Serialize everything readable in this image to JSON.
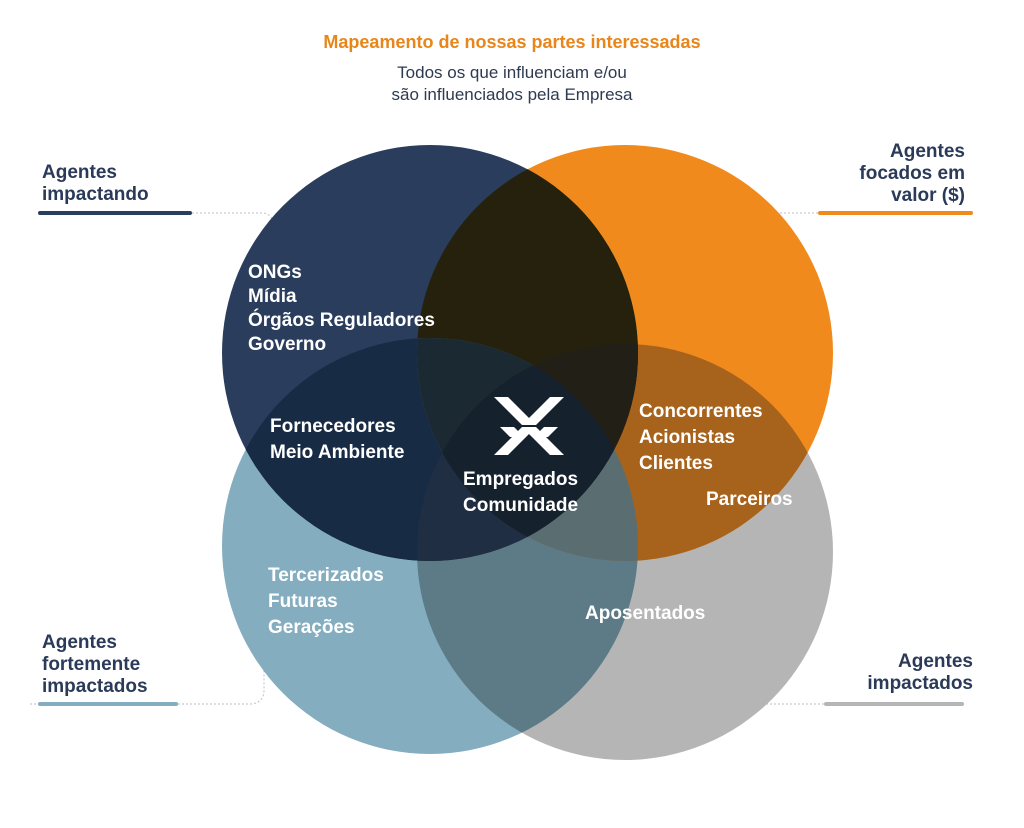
{
  "header": {
    "title": "Mapeamento de nossas partes interessadas",
    "subtitle_line1": "Todos os que influenciam e/ou",
    "subtitle_line2": "são influenciados pela Empresa"
  },
  "colors": {
    "navy": "#2a3d5c",
    "orange": "#f18a1c",
    "steel_blue": "#84adbf",
    "gray": "#b5b5b5",
    "title_orange": "#e8861a",
    "agent_text": "#2a3a58"
  },
  "corners": {
    "top_left": {
      "line1": "Agentes",
      "line2": "impactando"
    },
    "top_right": {
      "line1": "Agentes",
      "line2": "focados em",
      "line3": "valor ($)"
    },
    "bottom_left": {
      "line1": "Agentes",
      "line2": "fortemente",
      "line3": "impactados"
    },
    "bottom_right": {
      "line1": "Agentes",
      "line2": "impactados"
    }
  },
  "groups": {
    "navy_only": [
      "ONGs",
      "Mídia",
      "Órgãos Reguladores",
      "Governo"
    ],
    "navy_blue_overlap": [
      "Fornecedores",
      "Meio Ambiente"
    ],
    "center": [
      "Empregados",
      "Comunidade"
    ],
    "orange_gray_overlap": [
      "Concorrentes",
      "Acionistas",
      "Clientes"
    ],
    "gray_edge": [
      "Parceiros"
    ],
    "blue_only": [
      "Tercerizados",
      "Futuras",
      "Gerações"
    ],
    "gray_only": [
      "Aposentados"
    ]
  },
  "logo": {
    "icon": "company-logo-icon"
  }
}
